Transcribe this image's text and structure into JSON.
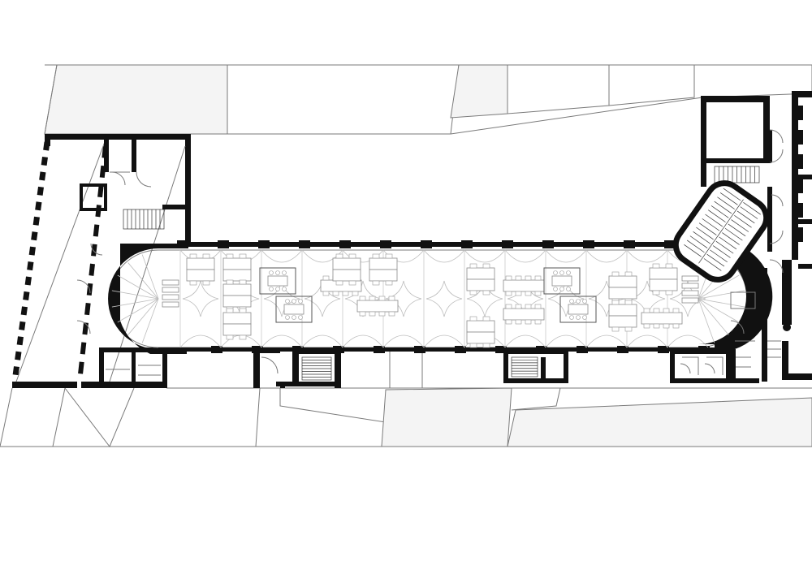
{
  "drawing": {
    "type": "architectural floor plan",
    "view": "plan",
    "line_colors": {
      "walls": "#111111",
      "context": "#7a7a7a",
      "furniture": "#8a8a8a",
      "vaults": "#bdbdbd"
    }
  },
  "plan": {
    "sections": [
      {
        "id": "west-wing",
        "kind": "wing"
      },
      {
        "id": "main-hall",
        "kind": "open-plan office",
        "vault_bays": 13,
        "desk_clusters": 16
      },
      {
        "id": "east-wing",
        "kind": "wing"
      },
      {
        "id": "stair-cores",
        "count": 5
      }
    ]
  }
}
